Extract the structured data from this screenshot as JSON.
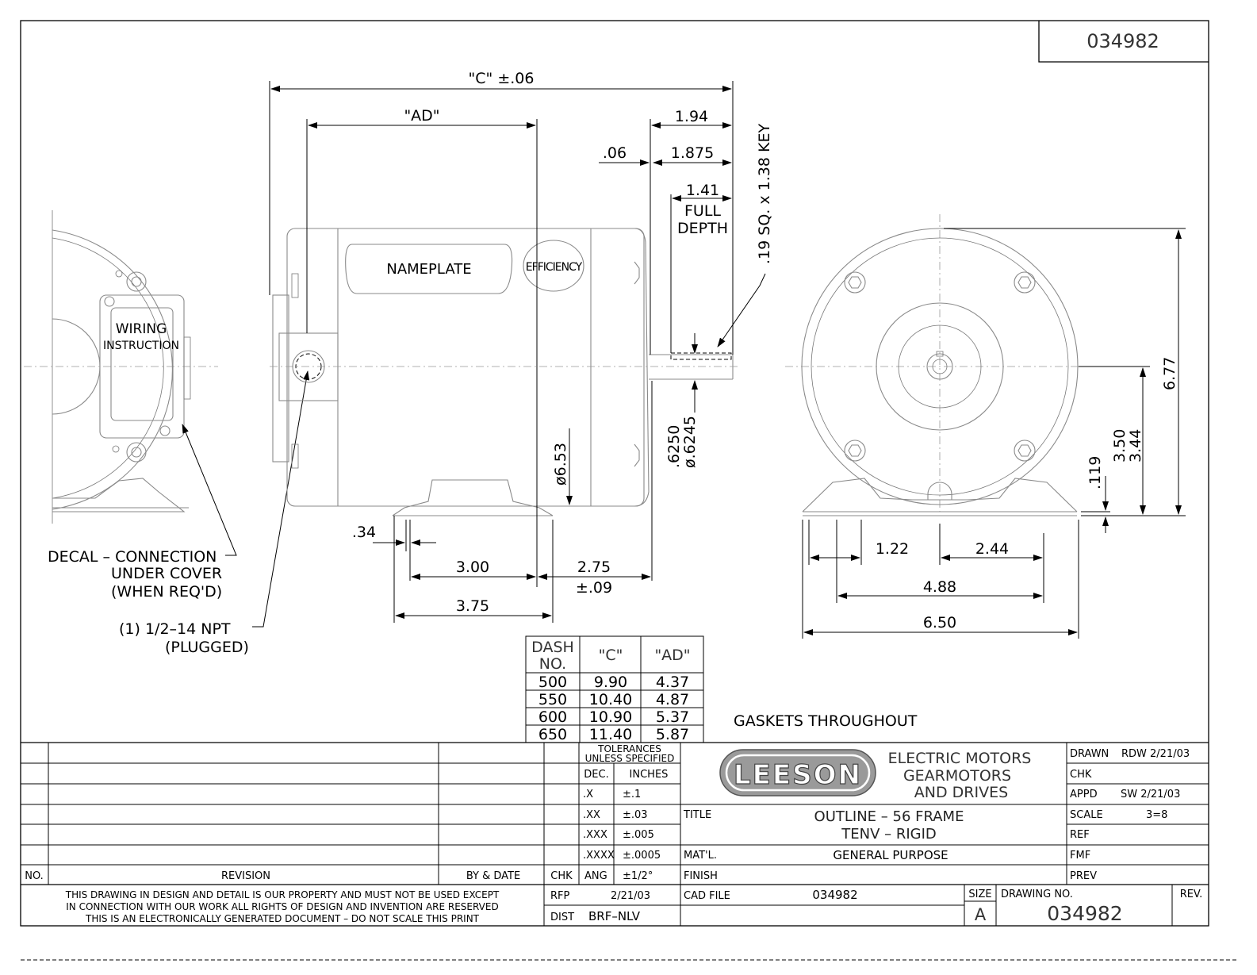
{
  "drawing_number_top": "034982",
  "dimensions": {
    "c": "\"C\" ±.06",
    "ad": "\"AD\"",
    "d_1_94": "1.94",
    "d_06": ".06",
    "d_1_875": "1.875",
    "d_1_41": "1.41",
    "full_depth_1": "FULL",
    "full_depth_2": "DEPTH",
    "key": ".19 SQ. x 1.38 KEY",
    "shaft_1": ".6250",
    "shaft_2": "ø.6245",
    "dia_6_53": "ø6.53",
    "d_34": ".34",
    "d_3_00": "3.00",
    "d_2_75": "2.75",
    "d_pm_09": "±.09",
    "d_3_75": "3.75",
    "d_6_77": "6.77",
    "d_3_50": "3.50",
    "d_3_44": "3.44",
    "d_119": ".119",
    "d_1_22": "1.22",
    "d_2_44": "2.44",
    "d_4_88": "4.88",
    "d_6_50": "6.50"
  },
  "labels": {
    "nameplate": "NAMEPLATE",
    "efficiency": "EFFICIENCY",
    "wiring_1": "WIRING",
    "wiring_2": "INSTRUCTION",
    "decal_1": "DECAL – CONNECTION",
    "decal_2": "UNDER COVER",
    "decal_3": "(WHEN REQ'D)",
    "npt_1": "(1) 1/2–14 NPT",
    "npt_2": "(PLUGGED)",
    "gaskets": "GASKETS THROUGHOUT"
  },
  "dash_table": {
    "headers": [
      "DASH NO.",
      "\"C\"",
      "\"AD\""
    ],
    "header_dash_1": "DASH",
    "header_dash_2": "NO.",
    "rows": [
      [
        "500",
        "9.90",
        "4.37"
      ],
      [
        "550",
        "10.40",
        "4.87"
      ],
      [
        "600",
        "10.90",
        "5.37"
      ],
      [
        "650",
        "11.40",
        "5.87"
      ]
    ]
  },
  "title_block": {
    "revision_headers": {
      "no": "NO.",
      "revision": "REVISION",
      "by_date": "BY & DATE"
    },
    "chk": "CHK",
    "tolerances_1": "TOLERANCES",
    "tolerances_2": "UNLESS SPECIFIED",
    "tol_head_dec": "DEC.",
    "tol_head_inches": "INCHES",
    "tolerances": [
      [
        ".X",
        "±.1"
      ],
      [
        ".XX",
        "±.03"
      ],
      [
        ".XXX",
        "±.005"
      ],
      [
        ".XXXX",
        "±.0005"
      ],
      [
        "ANG",
        "±1/2°"
      ]
    ],
    "company_logo": "LEESON",
    "company_lines": [
      "ELECTRIC MOTORS",
      "GEARMOTORS",
      "AND DRIVES"
    ],
    "drawn_label": "DRAWN",
    "drawn_value": "RDW 2/21/03",
    "chk_label": "CHK",
    "appd_label": "APPD",
    "appd_value": "SW 2/21/03",
    "scale_label": "SCALE",
    "scale_value": "3=8",
    "ref_label": "REF",
    "fmf_label": "FMF",
    "prev_label": "PREV",
    "title_label": "TITLE",
    "title_1": "OUTLINE – 56 FRAME",
    "title_2": "TENV – RIGID",
    "matl_label": "MAT'L.",
    "matl_value": "GENERAL PURPOSE",
    "finish_label": "FINISH",
    "rfp_label": "RFP",
    "rfp_value": "2/21/03",
    "dist_label": "DIST",
    "dist_value": "BRF–NLV",
    "cad_label": "CAD FILE",
    "cad_value": "034982",
    "size_label": "SIZE",
    "size_value": "A",
    "drawing_no_label": "DRAWING NO.",
    "drawing_no_value": "034982",
    "rev_label": "REV.",
    "notice": [
      "THIS DRAWING IN DESIGN AND DETAIL IS OUR PROPERTY AND MUST NOT BE USED EXCEPT",
      "IN CONNECTION WITH OUR WORK ALL RIGHTS OF DESIGN AND INVENTION ARE RESERVED",
      "THIS IS AN ELECTRONICALLY GENERATED DOCUMENT – DO NOT SCALE THIS PRINT"
    ]
  }
}
